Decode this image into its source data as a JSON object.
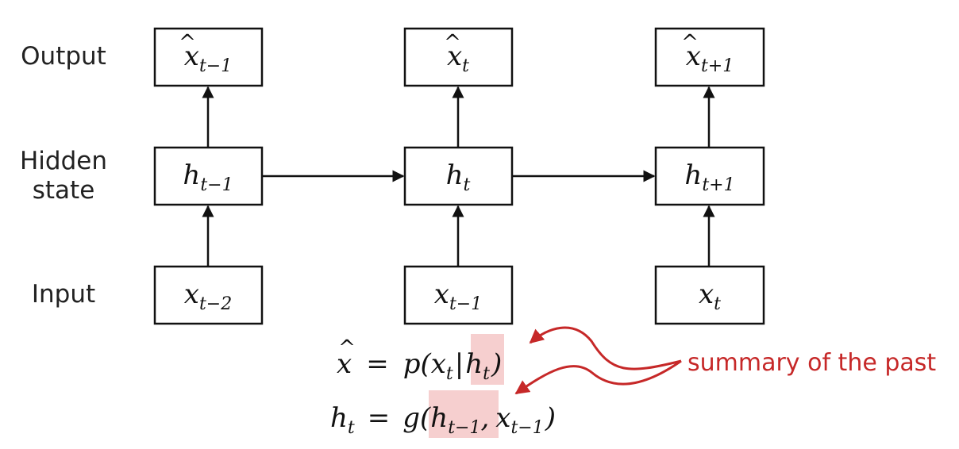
{
  "labels": {
    "output": "Output",
    "hidden_line1": "Hidden",
    "hidden_line2": "state",
    "input": "Input"
  },
  "nodes": {
    "out_prev": {
      "base": "x",
      "hat": "^",
      "sub": "t−1"
    },
    "out_cur": {
      "base": "x",
      "hat": "^",
      "sub": "t"
    },
    "out_next": {
      "base": "x",
      "hat": "^",
      "sub": "t+1"
    },
    "hid_prev": {
      "base": "h",
      "sub": "t−1"
    },
    "hid_cur": {
      "base": "h",
      "sub": "t"
    },
    "hid_next": {
      "base": "h",
      "sub": "t+1"
    },
    "in_prev": {
      "base": "x",
      "sub": "t−2"
    },
    "in_cur": {
      "base": "x",
      "sub": "t−1"
    },
    "in_next": {
      "base": "x",
      "sub": "t"
    }
  },
  "equations": {
    "eq1": {
      "lhs": "x",
      "lhs_hat": "^",
      "eq": "=",
      "fn": "p(",
      "arg1": "x",
      "arg1_sub": "t",
      "bar": "|",
      "hl": "h",
      "hl_sub": "t",
      "close": ")"
    },
    "eq2": {
      "lhs": "h",
      "lhs_sub": "t",
      "eq": "=",
      "fn": "g(",
      "hl": "h",
      "hl_sub": "t−1",
      "comma": ",",
      "arg2": "x",
      "arg2_sub": "t−1",
      "close": ")"
    }
  },
  "annotation": {
    "text": "summary of the past"
  },
  "colors": {
    "accent": "#c62828",
    "highlight": "#f6cfcf",
    "stroke": "#111111"
  }
}
